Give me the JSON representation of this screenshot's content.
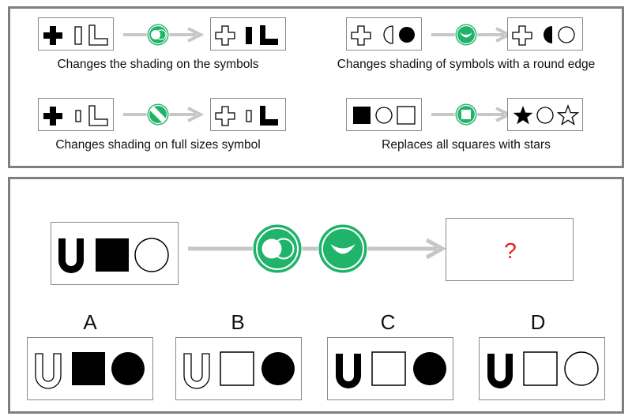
{
  "colors": {
    "accent_green": "#1fb46a",
    "question_mark": "#e02020",
    "frame_gray": "#7f7f7f"
  },
  "rules_panel": {
    "rules": [
      {
        "caption": "Changes the shading on the symbols",
        "operator_icon": "overlapping-circles-icon",
        "input_symbols": [
          "plus-filled",
          "rect-outline",
          "l-outline"
        ],
        "output_symbols": [
          "plus-outline",
          "rect-filled",
          "l-filled"
        ]
      },
      {
        "caption": "Changes shading of symbols with a round edge",
        "operator_icon": "smile-icon",
        "input_symbols": [
          "plus-outline",
          "half-circle-outline",
          "circle-filled"
        ],
        "output_symbols": [
          "plus-outline",
          "half-circle-filled",
          "circle-outline"
        ]
      },
      {
        "caption": "Changes shading on full sizes symbol",
        "operator_icon": "diagonal-stripe-icon",
        "input_symbols": [
          "plus-filled",
          "small-rect-outline",
          "l-outline"
        ],
        "output_symbols": [
          "plus-outline",
          "small-rect-outline",
          "l-filled"
        ]
      },
      {
        "caption": "Replaces all squares with stars",
        "operator_icon": "square-icon",
        "input_symbols": [
          "square-filled",
          "circle-outline",
          "square-outline"
        ],
        "output_symbols": [
          "star-filled",
          "circle-outline",
          "star-outline"
        ]
      }
    ]
  },
  "puzzle_panel": {
    "input_symbols": [
      "u-filled",
      "square-filled",
      "circle-outline"
    ],
    "operators": [
      "overlapping-circles-icon",
      "smile-icon"
    ],
    "answer_placeholder": "?",
    "options": [
      {
        "label": "A",
        "symbols": [
          "u-outline",
          "square-filled",
          "circle-filled"
        ]
      },
      {
        "label": "B",
        "symbols": [
          "u-outline",
          "square-outline",
          "circle-filled"
        ]
      },
      {
        "label": "C",
        "symbols": [
          "u-filled",
          "square-outline",
          "circle-filled"
        ]
      },
      {
        "label": "D",
        "symbols": [
          "u-filled",
          "square-outline",
          "circle-outline"
        ]
      }
    ]
  }
}
